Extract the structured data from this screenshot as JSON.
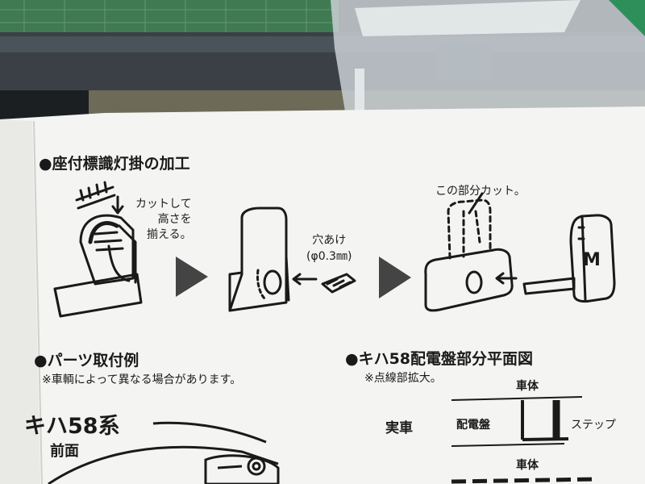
{
  "section1": {
    "title": "●座付標識灯掛の加工",
    "note_cut": [
      "カットして",
      "高さを",
      "揃える。"
    ],
    "note_hole": [
      "穴あけ",
      "(φ0.3㎜)"
    ],
    "note_part_cut": "この部分カット。",
    "m_label": "M"
  },
  "section2": {
    "title": "●パーツ取付例",
    "note": "※車輌によって異なる場合があります。",
    "model_title": "キハ58系",
    "model_sub": "前面"
  },
  "section3": {
    "title": "●キハ58配電盤部分平面図",
    "note": "※点線部拡大。",
    "label_body_top": "車体",
    "label_real": "実車",
    "label_panel": "配電盤",
    "label_step": "ステップ",
    "label_body_bottom": "車体"
  },
  "colors": {
    "paper": "#f4f4f2",
    "ink": "#1a1a1a",
    "mat": "#4a8a5a",
    "metal": "#9aa3a8"
  }
}
